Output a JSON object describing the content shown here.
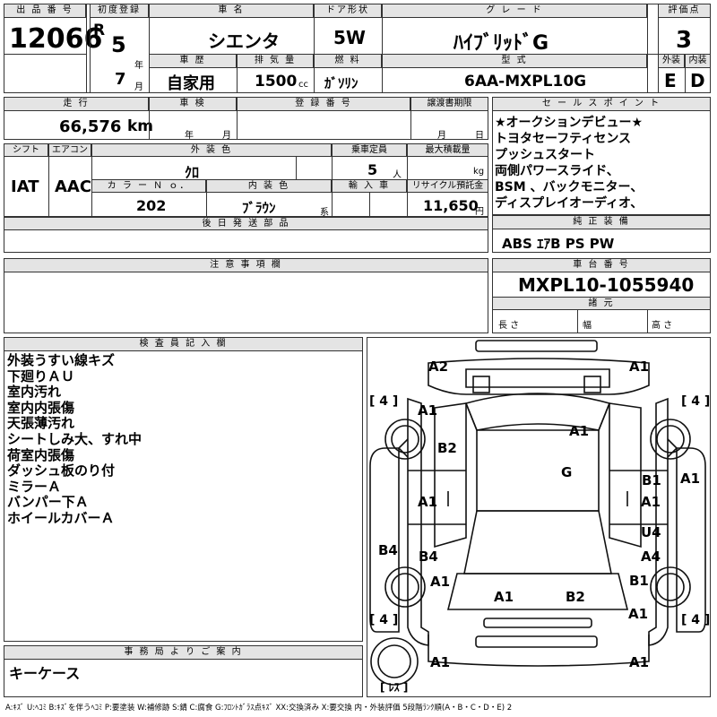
{
  "header": {
    "lot_no_label": "出 品 番 号",
    "lot_no": "12066",
    "first_reg_label": "初度登録",
    "era": "R",
    "year": "5",
    "year_unit": "年",
    "month": "7",
    "month_unit": "月",
    "car_name_label": "車 名",
    "car_name": "シエンタ",
    "door_label": "ドア形状",
    "door": "5W",
    "grade_label": "グ レ ー ド",
    "grade": "ﾊｲﾌﾞﾘｯﾄﾞG",
    "score_label": "評価点",
    "score": "3",
    "history_label": "車 歴",
    "history": "自家用",
    "displacement_label": "排 気 量",
    "displacement": "1500",
    "displacement_unit": "cc",
    "fuel_label": "燃 料",
    "fuel": "ｶﾞｿﾘﾝ",
    "model_label": "型 式",
    "model": "6AA-MXPL10G",
    "exterior_label": "外装",
    "exterior": "E",
    "interior_label": "内装",
    "interior": "D"
  },
  "row2": {
    "mileage_label": "走 行",
    "mileage": "66,576",
    "mileage_unit": "km",
    "inspection_label": "車 検",
    "inspection_year_unit": "年",
    "inspection_month_unit": "月",
    "reg_no_label": "登 録 番 号",
    "transfer_label": "譲渡書期限",
    "transfer_month_unit": "月",
    "transfer_day_unit": "日",
    "shift_label": "シフト",
    "shift": "IAT",
    "ac_label": "エアコン",
    "ac": "AAC",
    "ext_color_label": "外 装 色",
    "ext_color": "ｸﾛ",
    "capacity_label": "乗車定員",
    "capacity": "5",
    "capacity_unit": "人",
    "max_load_label": "最大積載量",
    "max_load_unit": "kg",
    "color_no_label": "カ ラ ー Ｎ ｏ．",
    "color_no": "202",
    "int_color_label": "内 装 色",
    "int_color": "ﾌﾞﾗｳﾝ",
    "int_color_suffix": "系",
    "import_label": "輸 入 車",
    "recycle_label": "リサイクル預託金",
    "recycle": "11,650",
    "recycle_unit": "円",
    "later_parts_label": "後 日 発 送 部 品"
  },
  "sales_points": {
    "label": "セ ー ル ス ポ イ ン ト",
    "lines": [
      "★オークションデビュー★",
      "トヨタセーフティセンス",
      "プッシュスタート",
      "両側パワースライド、",
      "BSM 、バックモニター、",
      "ディスプレイオーディオ、"
    ]
  },
  "equipment": {
    "label": "純 正 装 備",
    "items": "ABS ｴｱB PS PW"
  },
  "notes": {
    "label": "注 意 事 項 欄"
  },
  "chassis": {
    "label": "車 台 番 号",
    "number": "MXPL10-1055940",
    "specs_label": "諸 元",
    "length_label": "長 さ",
    "width_label": "幅",
    "height_label": "高 さ"
  },
  "inspector": {
    "label": "検 査 員 記 入 欄",
    "lines": [
      "外装うすい線キズ",
      "下廻りＡＵ",
      "室内汚れ",
      "室内内張傷",
      "天張薄汚れ",
      "シートしみ大、すれ中",
      "荷室内張傷",
      "ダッシュ板のり付",
      "ミラーＡ",
      "バンパー下Ａ",
      "ホイールカバーＡ"
    ]
  },
  "office": {
    "label": "事 務 局 よ り ご 案 内",
    "text": "キーケース"
  },
  "diagram": {
    "tires": [
      "4",
      "4",
      "4",
      "4"
    ],
    "spare": "ﾚｽ",
    "marks": {
      "m_a2": "A2",
      "m_a1_tr": "A1",
      "m_a1_hood": "A1",
      "m_a1_ws": "A1",
      "m_b2_l": "B2",
      "m_g": "G",
      "m_a1_rf": "A1",
      "m_b1_r": "B1",
      "m_a1_l": "A1",
      "m_a1_r": "A1",
      "m_b4_side": "B4",
      "m_b4": "B4",
      "m_u4": "U4",
      "m_a4": "A4",
      "m_a1_lq": "A1",
      "m_b1_rq": "B1",
      "m_a1_rd": "A1",
      "m_b2_rr": "B2",
      "m_a1_rr": "A1",
      "m_a1_bl": "A1",
      "m_a1_br": "A1"
    }
  },
  "legend": "A:ｷｽﾞ U:ﾍｺﾐ B:ｷｽﾞを伴うﾍｺﾐ P:要塗装 W:補修跡 S:錆 C:腐食 G:ﾌﾛﾝﾄｶﾞﾗｽ点ｷｽﾞ XX:交換済み X:要交換 内・外装評価 5段階ﾗﾝｸ順(A・B・C・D・E) 2"
}
